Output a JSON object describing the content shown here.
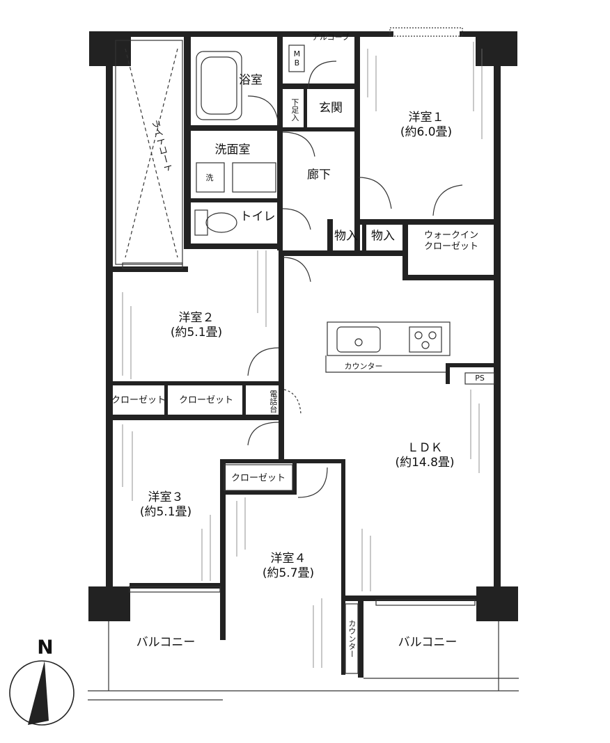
{
  "north": "N",
  "rooms": {
    "alcove": "アルコーブ",
    "mb": "MB",
    "bath": "浴室",
    "entrance": "玄関",
    "shoebox": "下足入",
    "washroom": "洗面室",
    "washer": "洗",
    "hallway": "廊下",
    "toilet": "トイレ",
    "lightcourt": "ライトコート",
    "storage1": "物入",
    "storage2": "物入",
    "wic_line1": "ウォークイン",
    "wic_line2": "クローゼット",
    "room1_name": "洋室１",
    "room1_size": "(約6.0畳)",
    "room2_name": "洋室２",
    "room2_size": "(約5.1畳)",
    "room3_name": "洋室３",
    "room3_size": "(約5.1畳)",
    "room4_name": "洋室４",
    "room4_size": "(約5.7畳)",
    "ldk_name": "ＬＤＫ",
    "ldk_size": "(約14.8畳)",
    "closet_a": "クローゼット",
    "closet_b": "クローゼット",
    "closet_c": "クローゼット",
    "phone": "電話台",
    "counter_kitchen": "カウンター",
    "counter_vertical": "カウンター",
    "ps": "PS",
    "balcony_left": "バルコニー",
    "balcony_right": "バルコニー"
  },
  "colors": {
    "wall": "#222222",
    "line": "#333333",
    "paper": "#ffffff"
  }
}
